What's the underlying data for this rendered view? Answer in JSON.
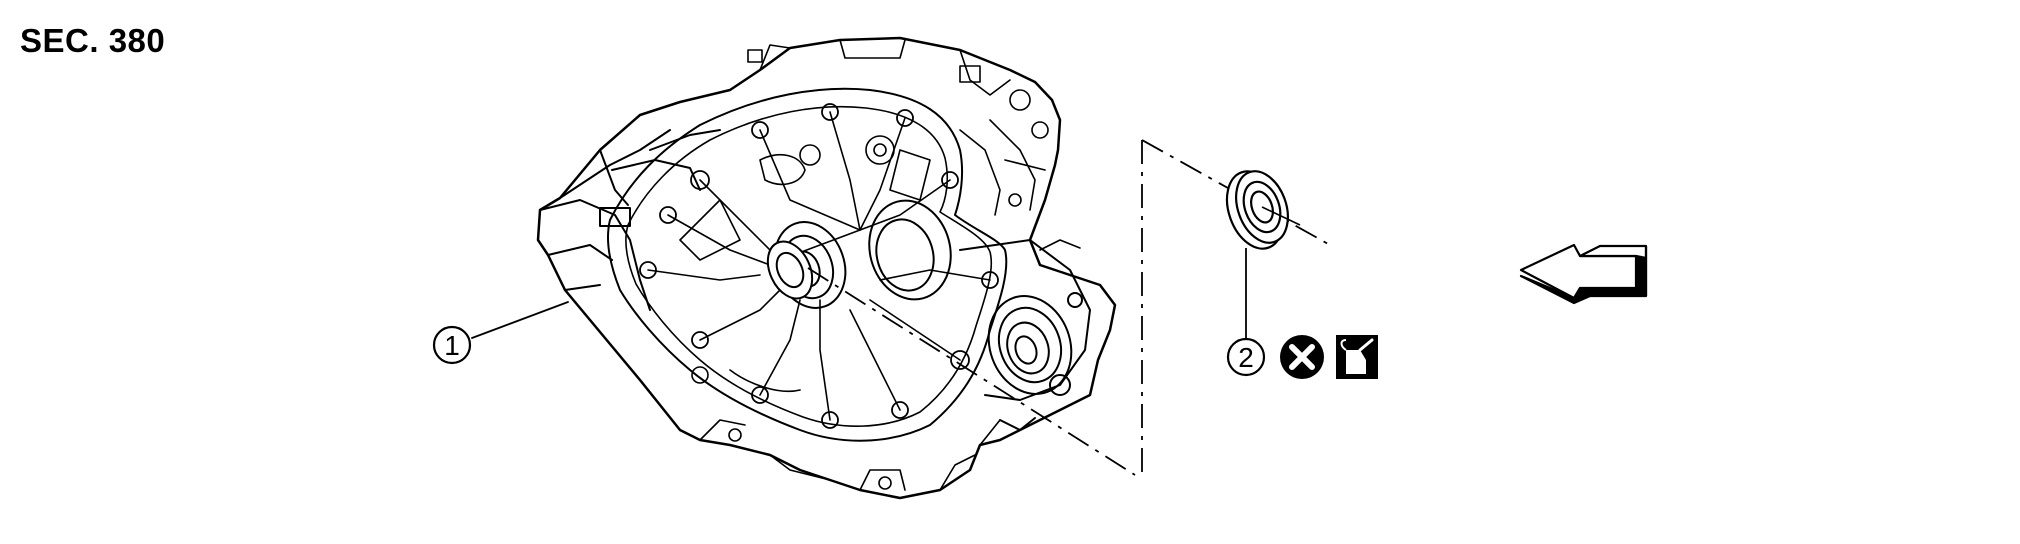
{
  "header": {
    "section_label": "SEC. 380"
  },
  "callouts": [
    {
      "number": "1",
      "part": "differential-case-assembly"
    },
    {
      "number": "2",
      "part": "side-oil-seal"
    }
  ],
  "symbols": {
    "do_not_reuse": "do-not-reuse-icon",
    "apply_oil": "oil-can-icon",
    "view_direction": "view-arrow-icon"
  },
  "colors": {
    "line": "#000000",
    "background": "#ffffff"
  }
}
